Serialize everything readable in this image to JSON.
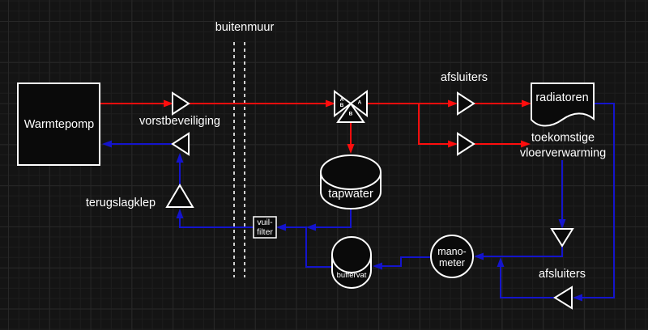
{
  "colors": {
    "background": "#141414",
    "grid_minor": "#1d1d1d",
    "grid_major": "#272727",
    "shape_fill": "#0a0a0a",
    "stroke": "#ffffff",
    "text": "#ffffff",
    "supply": "#ff0d0d",
    "return": "#1414cc"
  },
  "labels": {
    "warmtepomp": "Warmtepomp",
    "buitenmuur": "buitenmuur",
    "vorstbeveiliging": "vorstbeveiliging",
    "terugslagklep": "terugslagklep",
    "afsluiters_supply": "afsluiters",
    "radiatoren": "radiatoren",
    "toekomstige_vloerverwarming": "toekomstige\nvloerverwarming",
    "tapwater": "tapwater",
    "vuilfilter": "vuil-\nfilter",
    "buffervat": "buffervat",
    "manometer": "mano-\nmeter",
    "afsluiters_return": "afsluiters"
  },
  "valve_ports": {
    "common": "A\nB",
    "port_a": "A",
    "port_b": "B"
  }
}
